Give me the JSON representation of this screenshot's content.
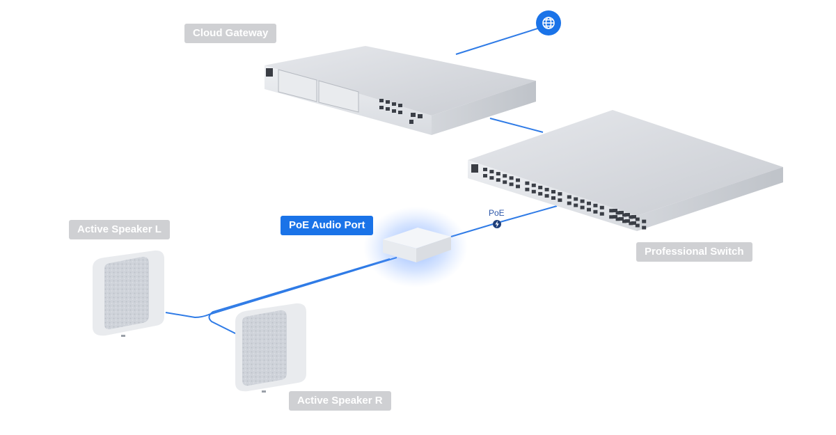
{
  "labels": {
    "cloud_gateway": "Cloud Gateway",
    "poe_audio_port": "PoE Audio Port",
    "active_speaker_l": "Active Speaker L",
    "professional_switch": "Professional Switch",
    "active_speaker_r": "Active Speaker R",
    "poe": "PoE"
  },
  "icons": {
    "internet": "globe-icon",
    "poe": "lightning-bolt-icon"
  },
  "colors": {
    "accent": "#1a73e8",
    "cable": "#2f7be6",
    "label_bg": "#cfd0d3",
    "label_text": "#ffffff"
  }
}
